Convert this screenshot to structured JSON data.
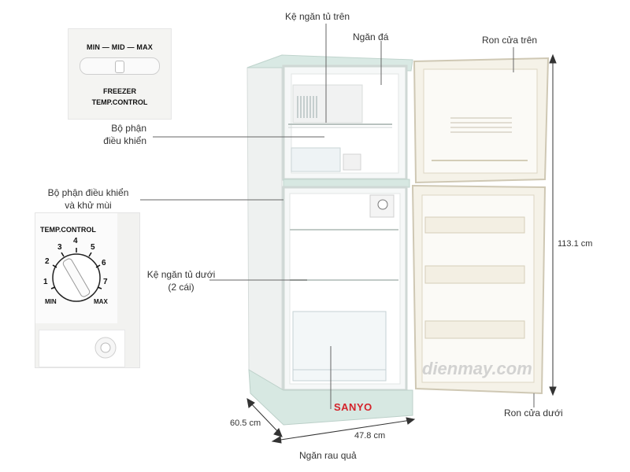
{
  "labels": {
    "top_shelf": "Kệ ngăn tủ trên",
    "ice_tray": "Ngăn đá",
    "top_gasket": "Ron cửa trên",
    "controller_line1": "Bộ phận",
    "controller_line2": "điều khiển",
    "deodorizer_line1": "Bộ phận điều khiển",
    "deodorizer_line2": "và khử mùi",
    "bottom_shelf_line1": "Kệ ngăn tủ dưới",
    "bottom_shelf_line2": "(2 cái)",
    "bottom_gasket": "Ron cửa dưới",
    "crisper": "Ngăn rau quả"
  },
  "dimensions": {
    "height": "113.1 cm",
    "depth": "60.5 cm",
    "width": "47.8 cm"
  },
  "freezer_control": {
    "scale": "MIN — MID — MAX",
    "title_line1": "FREEZER",
    "title_line2": "TEMP.CONTROL"
  },
  "temp_control": {
    "title": "TEMP.CONTROL",
    "numbers": [
      "1",
      "2",
      "3",
      "4",
      "5",
      "6",
      "7"
    ],
    "min": "MIN",
    "max": "MAX"
  },
  "brand": "SANYO",
  "watermark": "dienmay.com",
  "colors": {
    "body": "#f3f5f4",
    "trim": "#c9dfd8",
    "brand_red": "#d4232b"
  }
}
